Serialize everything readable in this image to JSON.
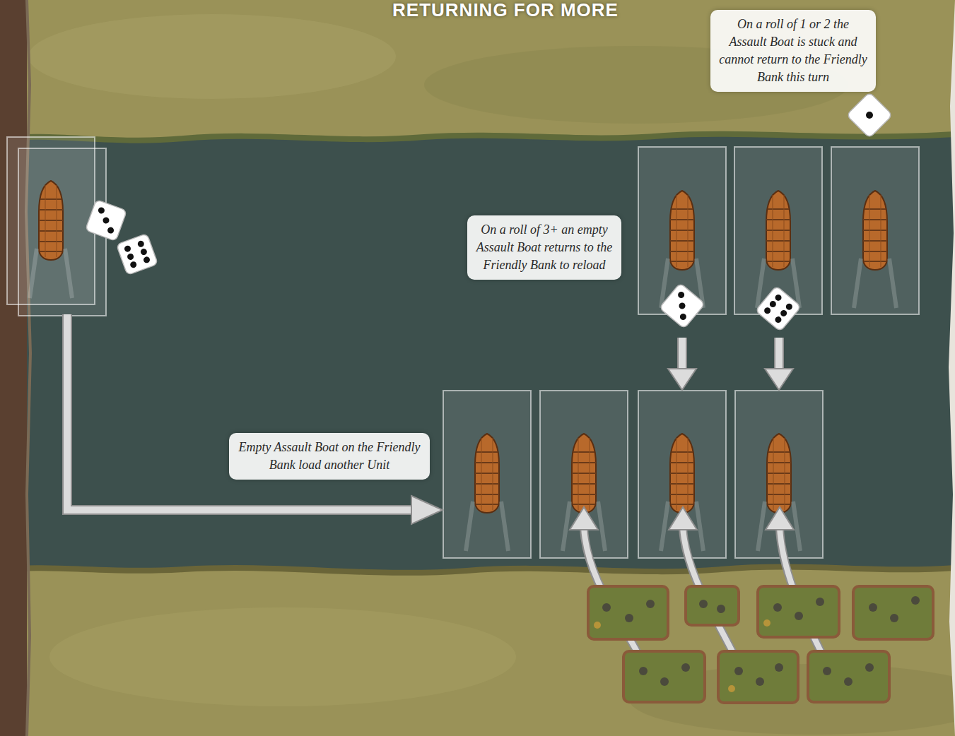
{
  "diagram": {
    "title": "RETURNING FOR MORE",
    "nodes": [
      {
        "text": [
          "On a roll of 1 or 2 the Assault Boat is stuck and cannot return to the Friendly Bank this turn"
        ]
      },
      {
        "text": [
          "On a roll of 3+ an empty Assault Boat returns to the Friendly Bank to reload"
        ]
      },
      {
        "text": [
          "Empty Assault Boat on the Friendly Bank load another Unit"
        ]
      }
    ]
  }
}
